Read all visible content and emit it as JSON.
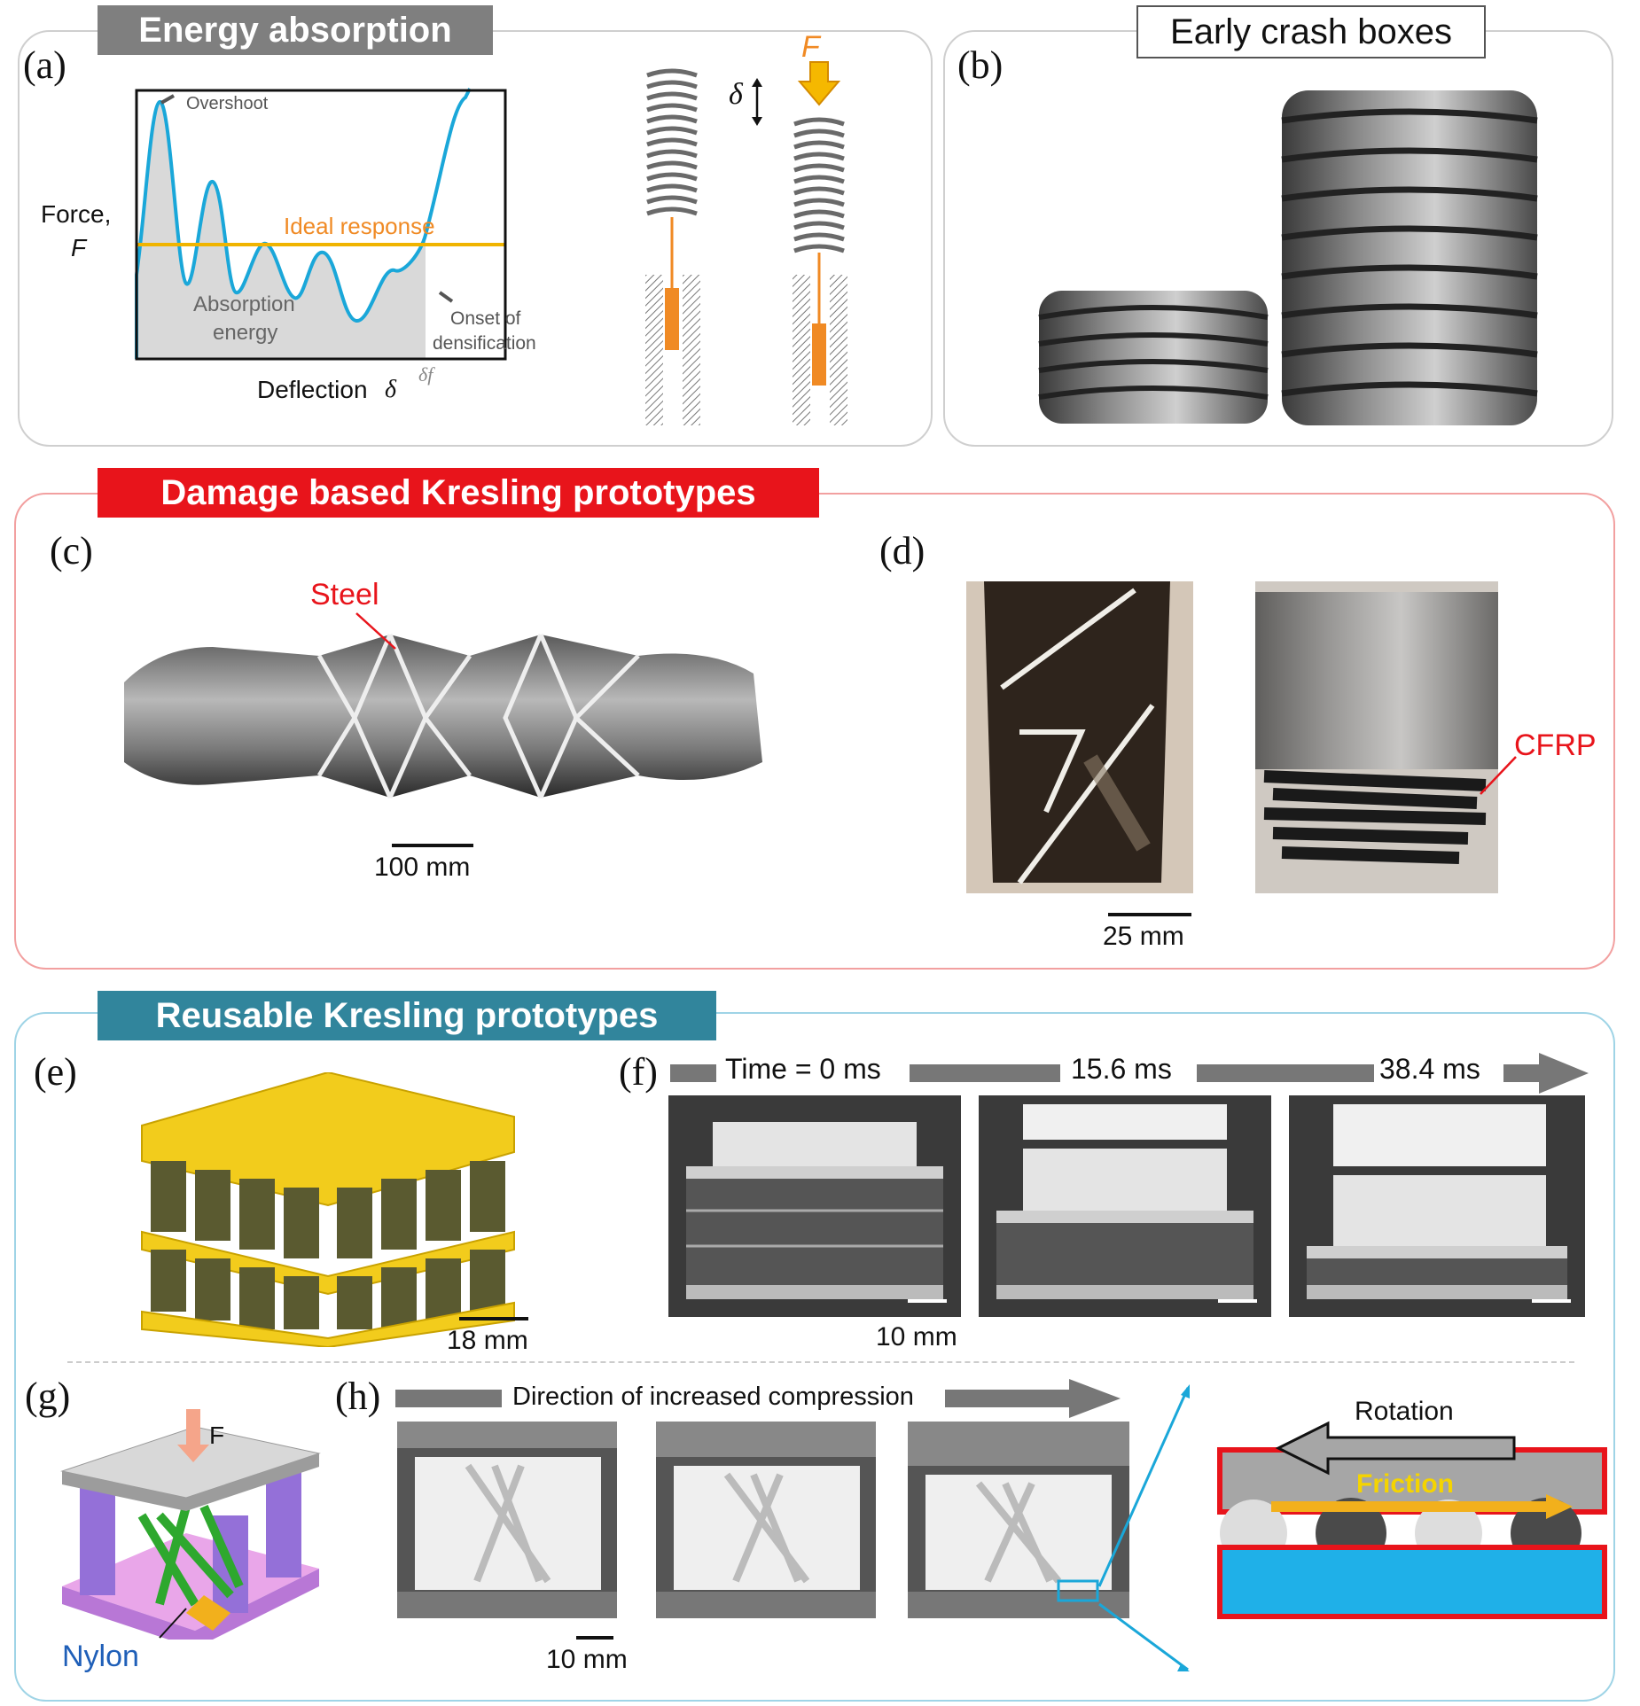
{
  "sections": {
    "energy": {
      "title": "Energy absorption",
      "color": "#7f7f7f"
    },
    "early": {
      "title": "Early crash boxes"
    },
    "damage": {
      "title": "Damage based Kresling prototypes",
      "color": "#e8141b"
    },
    "reusable": {
      "title": "Reusable Kresling prototypes",
      "color": "#31859c"
    }
  },
  "panel_labels": {
    "a": "(a)",
    "b": "(b)",
    "c": "(c)",
    "d": "(d)",
    "e": "(e)",
    "f": "(f)",
    "g": "(g)",
    "h": "(h)"
  },
  "panel_a": {
    "ylabel_line1": "Force,",
    "ylabel_line2": "F",
    "xlabel": "Deflection",
    "xlabel_symbol": "δ",
    "densification_symbol": "δf",
    "overshoot": "Overshoot",
    "ideal": "Ideal response",
    "absorption_line1": "Absorption",
    "absorption_line2": "energy",
    "onset_line1": "Onset of",
    "onset_line2": "densification",
    "spring_delta": "δ",
    "spring_force": "F",
    "colors": {
      "curve": "#1aa7d9",
      "ideal": "#f0b400",
      "fill": "#d9d9d9",
      "ideal_text": "#f08a24"
    }
  },
  "panel_c": {
    "material": "Steel",
    "scale": "100 mm"
  },
  "panel_d": {
    "material": "CFRP",
    "scale": "25 mm"
  },
  "panel_e": {
    "scale": "18 mm"
  },
  "panel_f": {
    "t0": "Time = 0 ms",
    "t1": "15.6 ms",
    "t2": "38.4 ms",
    "scale": "10 mm"
  },
  "panel_g": {
    "force": "F",
    "material": "Nylon"
  },
  "panel_h": {
    "direction": "Direction of increased compression",
    "scale": "10 mm",
    "rotation": "Rotation",
    "friction": "Friction"
  }
}
